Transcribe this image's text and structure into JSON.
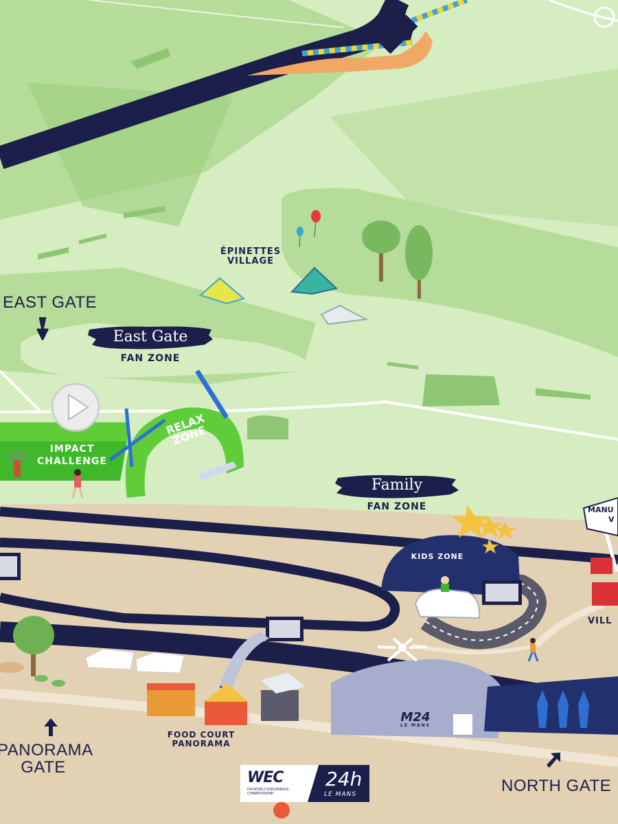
{
  "map": {
    "places": {
      "epinettes_line1": "ÉPINETTES",
      "epinettes_line2": "VILLAGE",
      "east_gate": "EAST GATE",
      "food_court_line1": "FOOD COURT",
      "food_court_line2": "PANORAMA",
      "panorama_gate_line1": "PANORAMA",
      "panorama_gate_line2": "GATE",
      "north_gate": "NORTH GATE",
      "village_partial": "VILL",
      "sign_partial_line1": "MANU",
      "sign_partial_line2": "V"
    },
    "zones": {
      "east_gate_title": "East Gate",
      "east_gate_sub": "FAN ZONE",
      "family_title": "Family",
      "family_sub": "FAN ZONE",
      "impact_line1": "IMPACT",
      "impact_line2": "CHALLENGE",
      "relax_line1": "RELAX",
      "relax_line2": "ZONE",
      "kids_zone": "KIDS ZONE",
      "m24_line1": "M24",
      "m24_line2": "LE MANS"
    },
    "logo": {
      "wec": "WEC",
      "wec_sub_line1": "FIA WORLD ENDURANCE",
      "wec_sub_line2": "CHAMPIONSHIP",
      "h24": "24h",
      "le_mans": "LE MANS"
    },
    "colors": {
      "grass_light": "#d6edc2",
      "grass_mid": "#b5dc98",
      "grass_dark": "#8fc673",
      "ground": "#e3d1b4",
      "track": "#1c1f4a",
      "accent_green": "#5fcc3a",
      "kerb_blue": "#3aa6d8",
      "kerb_yellow": "#f2d33a"
    }
  }
}
